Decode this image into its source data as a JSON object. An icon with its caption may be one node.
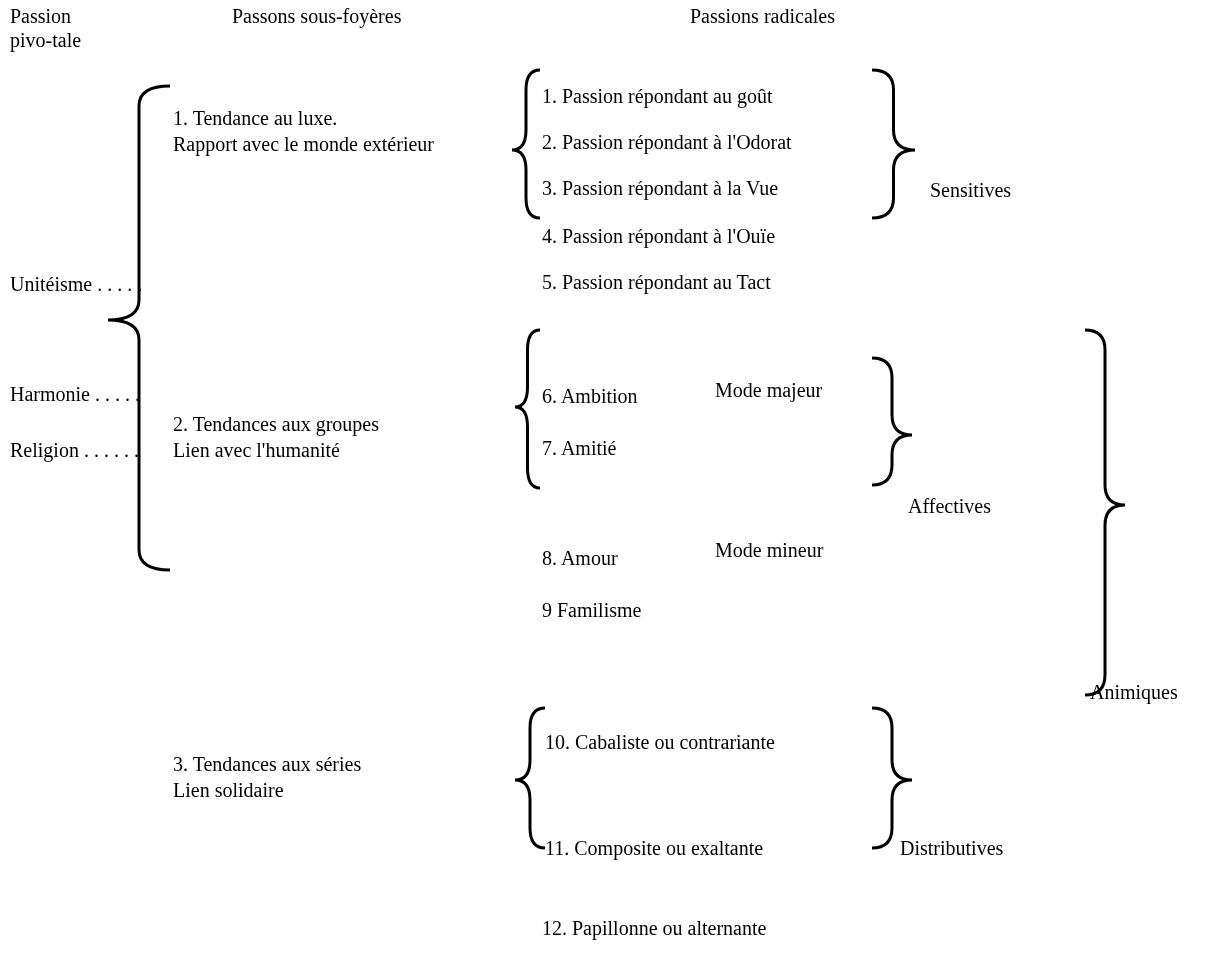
{
  "diagram": {
    "labels": [
      "Passion pivo-tale",
      "Passons sous-foyères",
      "Passions radicales",
      "1. Passion répondant au goût",
      "1. Tendance au luxe.",
      "Rapport avec le monde extérieur",
      "2. Passion répondant à l'Odorat",
      "3. Passion répondant à la Vue",
      "Sensitives",
      "4. Passion répondant à l'Ouïe",
      "5. Passion répondant au Tact",
      "Unitéisme . . . . .",
      "Harmonie . . . . .",
      "Mode majeur",
      "6. Ambition",
      "2. Tendances aux groupes",
      "Lien avec l'humanité",
      "Religion . . . . . .",
      "7. Amitié",
      "Affectives",
      "Mode mineur",
      "8. Amour",
      "9 Familisme",
      "Animiques",
      "10. Cabaliste ou contrariante",
      "3. Tendances aux séries",
      "Lien solidaire",
      "11. Composite ou exaltante",
      "Distributives",
      "12. Papillonne ou alternante"
    ]
  }
}
